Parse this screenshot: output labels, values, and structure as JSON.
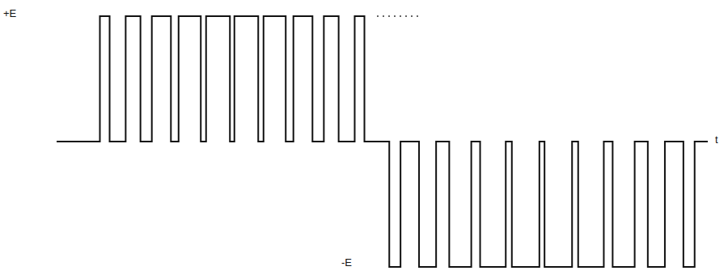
{
  "diagram": {
    "labels": [
      "+E",
      "t",
      "-E"
    ]
  }
}
